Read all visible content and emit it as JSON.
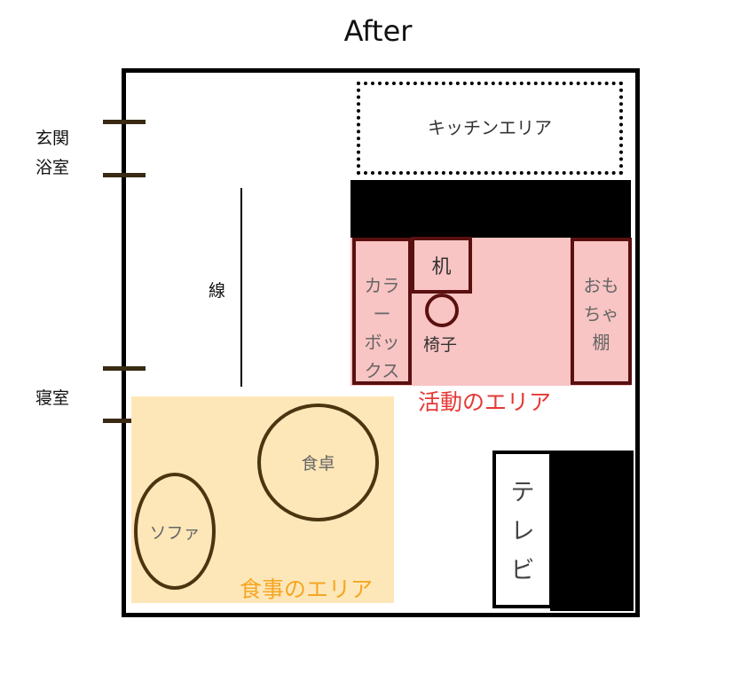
{
  "title": "After",
  "side_labels": {
    "entrance": "玄関",
    "bathroom": "浴室",
    "bedroom": "寝室"
  },
  "line_label": "線",
  "kitchen_label": "キッチンエリア",
  "activity": {
    "label": "活動のエリア",
    "color_box_lines": [
      "カラー",
      "ボッ",
      "クス"
    ],
    "desk": "机",
    "chair": "椅子",
    "toy_shelf_lines": [
      "おも",
      "ちゃ",
      "棚"
    ]
  },
  "dining": {
    "label": "食事のエリア",
    "table": "食卓",
    "sofa": "ソファ"
  },
  "tv_lines": [
    "テ",
    "レ",
    "ビ"
  ],
  "colors": {
    "activity_fill": "#f9c4c4",
    "activity_label": "#e53935",
    "dining_fill": "#fde7b8",
    "dining_label": "#f5a623",
    "furniture_stroke": "#5a1010",
    "dining_stroke": "#4a3510"
  }
}
